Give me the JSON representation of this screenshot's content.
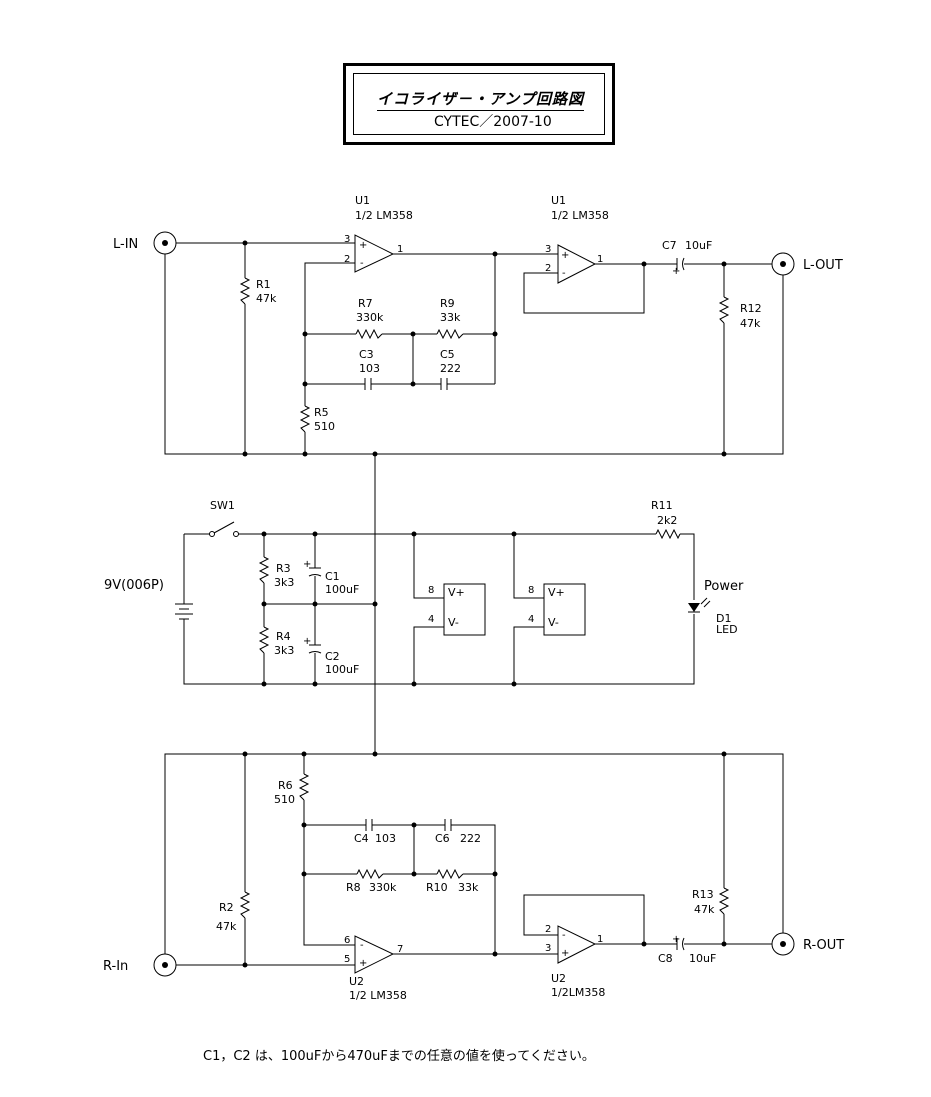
{
  "title": {
    "main": "イコライザ－・アンプ回路図",
    "sub": "CYTEC／2007-10"
  },
  "ports": {
    "l_in": "L-IN",
    "l_out": "L-OUT",
    "r_in": "R-In",
    "r_out": "R-OUT"
  },
  "power": {
    "battery": "9V(006P)",
    "switch": "SW1",
    "led_label": "Power",
    "led_ref": "D1",
    "led_type": "LED"
  },
  "components": {
    "R1": {
      "ref": "R1",
      "value": "47k"
    },
    "R2": {
      "ref": "R2",
      "value": "47k"
    },
    "R3": {
      "ref": "R3",
      "value": "3k3"
    },
    "R4": {
      "ref": "R4",
      "value": "3k3"
    },
    "R5": {
      "ref": "R5",
      "value": "510"
    },
    "R6": {
      "ref": "R6",
      "value": "510"
    },
    "R7": {
      "ref": "R7",
      "value": "330k"
    },
    "R8": {
      "ref": "R8",
      "value": "330k"
    },
    "R9": {
      "ref": "R9",
      "value": "33k"
    },
    "R10": {
      "ref": "R10",
      "value": "33k"
    },
    "R11": {
      "ref": "R11",
      "value": "2k2"
    },
    "R12": {
      "ref": "R12",
      "value": "47k"
    },
    "R13": {
      "ref": "R13",
      "value": "47k"
    },
    "C1": {
      "ref": "C1",
      "value": "100uF"
    },
    "C2": {
      "ref": "C2",
      "value": "100uF"
    },
    "C3": {
      "ref": "C3",
      "value": "103"
    },
    "C4": {
      "ref": "C4",
      "value": "103"
    },
    "C5": {
      "ref": "C5",
      "value": "222"
    },
    "C6": {
      "ref": "C6",
      "value": "222"
    },
    "C7": {
      "ref": "C7",
      "value": "10uF"
    },
    "C8": {
      "ref": "C8",
      "value": "10uF"
    }
  },
  "opamps": {
    "u1a": {
      "ref": "U1",
      "part": "1/2 LM358"
    },
    "u1b": {
      "ref": "U1",
      "part": "1/2 LM358"
    },
    "u2a": {
      "ref": "U2",
      "part": "1/2 LM358"
    },
    "u2b": {
      "ref": "U2",
      "part": "1/2LM358"
    }
  },
  "supply_labels": {
    "vplus": "V+",
    "vminus": "V-"
  },
  "pins": {
    "p1": "1",
    "p2": "2",
    "p3": "3",
    "p4": "4",
    "p5": "5",
    "p6": "6",
    "p7": "7",
    "p8": "8",
    "plus": "+",
    "minus": "-"
  },
  "note": "C1，C2 は、100uFから470uFまでの任意の値を使ってください。"
}
